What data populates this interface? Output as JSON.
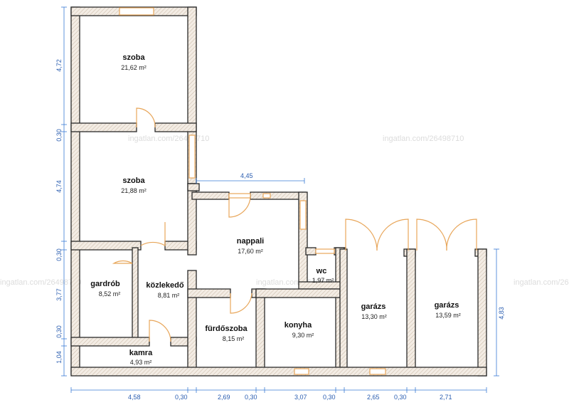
{
  "rooms": [
    {
      "name": "szoba",
      "area": "21,62 m²"
    },
    {
      "name": "szoba",
      "area": "21,88 m²"
    },
    {
      "name": "nappali",
      "area": "17,60 m²"
    },
    {
      "name": "gardrób",
      "area": "8,52 m²"
    },
    {
      "name": "közlekedő",
      "area": "8,81 m²"
    },
    {
      "name": "wc",
      "area": "1,97 m²"
    },
    {
      "name": "fürdőszoba",
      "area": "8,15 m²"
    },
    {
      "name": "konyha",
      "area": "9,30 m²"
    },
    {
      "name": "garázs",
      "area": "13,30 m²"
    },
    {
      "name": "garázs",
      "area": "13,59 m²"
    },
    {
      "name": "kamra",
      "area": "4,93 m²"
    }
  ],
  "dimensions": {
    "left": [
      "4,72",
      "0,30",
      "4,74",
      "0,30",
      "3,77",
      "0,30",
      "1,04"
    ],
    "bottom": [
      "4,58",
      "0,30",
      "2,69",
      "0,30",
      "3,07",
      "0,30",
      "2,65",
      "0,30",
      "2,71"
    ],
    "top_inner": "4,45",
    "right": "4,83"
  },
  "watermark": "ingatlan.com/26498710"
}
